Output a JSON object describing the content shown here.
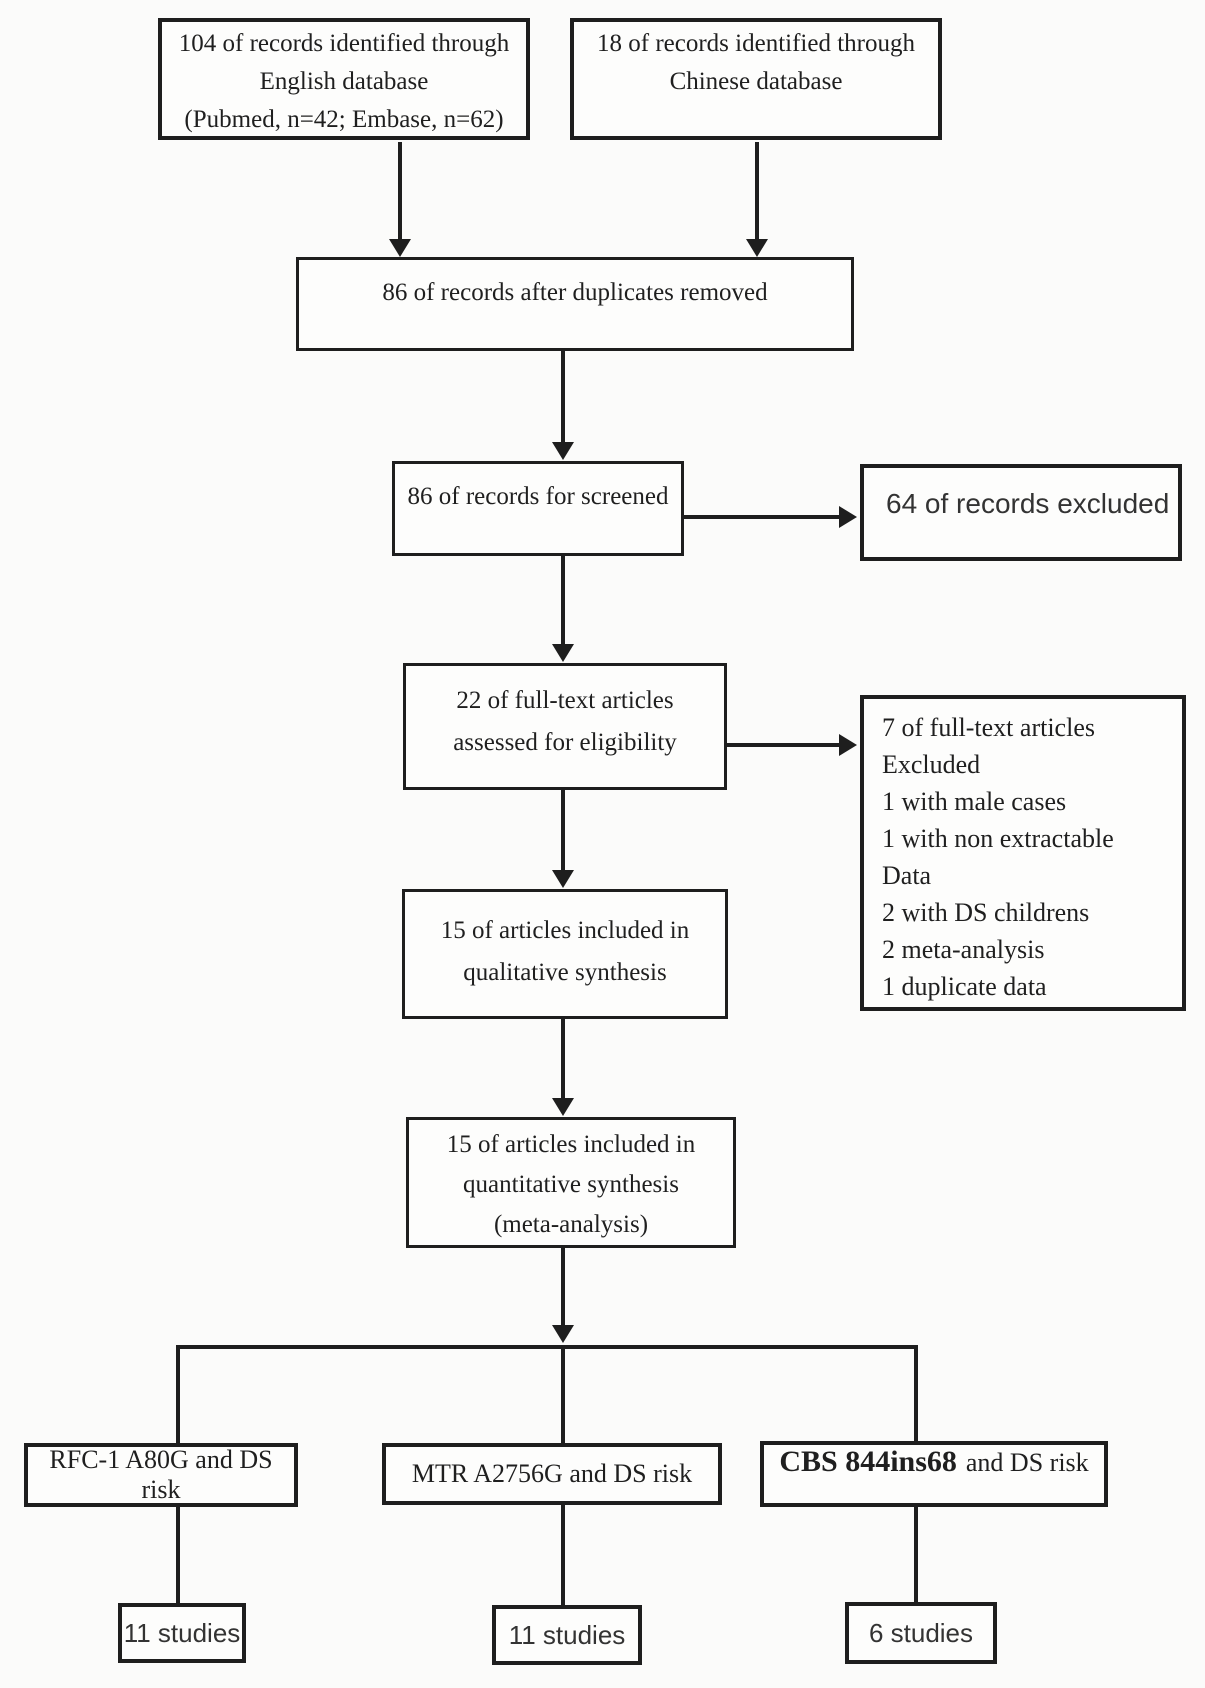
{
  "diagram": {
    "type": "prisma-flowchart",
    "colors": {
      "line": "#1e1e1e",
      "text": "#1f1f1f",
      "background": "#fbfbfa"
    },
    "boxes": {
      "english_db": {
        "lines": [
          "104 of records identified through",
          "English database",
          "(Pubmed, n=42; Embase, n=62)"
        ]
      },
      "chinese_db": {
        "lines": [
          "18 of records identified through",
          "Chinese database"
        ]
      },
      "duplicates_removed": {
        "lines": [
          "86 of records after duplicates removed"
        ]
      },
      "screened": {
        "lines": [
          "86 of records for screened"
        ]
      },
      "records_excluded": {
        "lines": [
          "64 of records excluded"
        ]
      },
      "fulltext_assessed": {
        "lines": [
          "22 of full-text articles",
          "assessed for eligibility"
        ]
      },
      "fulltext_excluded": {
        "lines": [
          "7 of full-text articles",
          "Excluded",
          "1 with male cases",
          "1 with non extractable",
          "Data",
          "2 with DS childrens",
          "2 meta-analysis",
          "1 duplicate data"
        ]
      },
      "qualitative": {
        "lines": [
          "15 of articles included in",
          "qualitative synthesis"
        ]
      },
      "quantitative": {
        "lines": [
          "15 of articles included in",
          "quantitative synthesis",
          "(meta-analysis)"
        ]
      },
      "rfc1": {
        "text": "RFC-1 A80G and DS risk"
      },
      "mtr": {
        "text": "MTR A2756G and DS risk"
      },
      "cbs": {
        "strong": "CBS 844ins68",
        "rest": "and DS risk"
      },
      "rfc1_studies": {
        "text": "11 studies"
      },
      "mtr_studies": {
        "text": "11 studies"
      },
      "cbs_studies": {
        "text": "6 studies"
      }
    }
  }
}
